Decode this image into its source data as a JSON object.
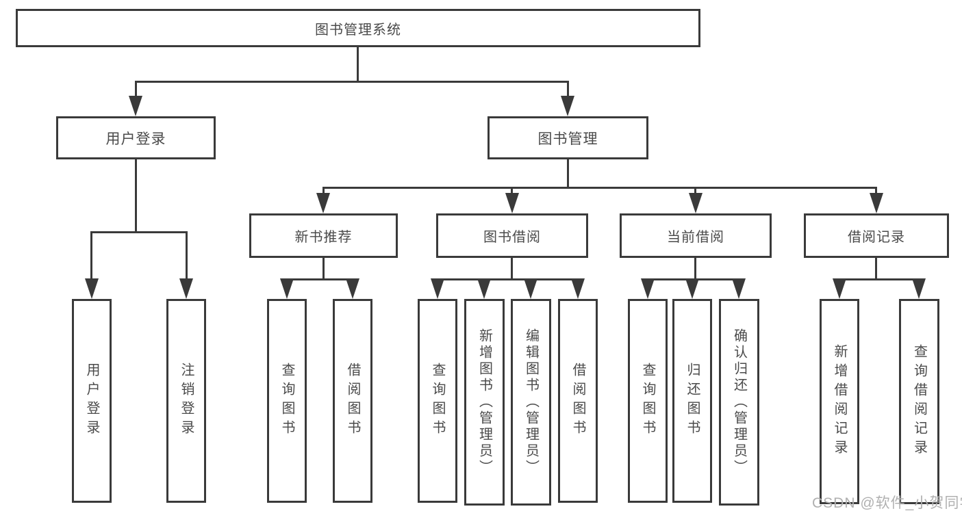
{
  "diagram_title": "图书管理系统",
  "tree": {
    "label": "图书管理系统",
    "children": [
      {
        "label": "用户登录",
        "children": [
          {
            "label": "用户登录"
          },
          {
            "label": "注销登录"
          }
        ]
      },
      {
        "label": "图书管理",
        "children": [
          {
            "label": "新书推荐",
            "children": [
              {
                "label": "查询图书"
              },
              {
                "label": "借阅图书"
              }
            ]
          },
          {
            "label": "图书借阅",
            "children": [
              {
                "label": "查询图书"
              },
              {
                "label": "新增图书（管理员）"
              },
              {
                "label": "编辑图书（管理员）"
              },
              {
                "label": "借阅图书"
              }
            ]
          },
          {
            "label": "当前借阅",
            "children": [
              {
                "label": "查询图书"
              },
              {
                "label": "归还图书"
              },
              {
                "label": "确认归还（管理员）"
              }
            ]
          },
          {
            "label": "借阅记录",
            "children": [
              {
                "label": "新增借阅记录"
              },
              {
                "label": "查询借阅记录"
              }
            ]
          }
        ]
      }
    ]
  },
  "watermark": {
    "text": "CSDN @软件_小贺同学"
  },
  "colors": {
    "line": "#3a3a3a",
    "box_text": "#4a4a4a",
    "background": "#ffffff",
    "watermark": "#b0b0b0"
  }
}
